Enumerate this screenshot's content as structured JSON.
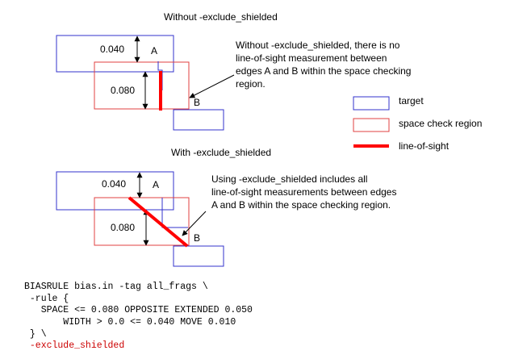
{
  "colors": {
    "target": "#3333cc",
    "space_check": "#e04040",
    "line_of_sight": "#ff0000",
    "text": "#000000",
    "option_text": "#cc0000"
  },
  "top_figure": {
    "title": "Without -exclude_shielded",
    "dim_a": "0.040",
    "dim_b": "0.080",
    "edge_a": "A",
    "edge_b": "B",
    "note_lines": [
      "Without -exclude_shielded, there is no",
      "line-of-sight measurement between",
      "edges A and B within the space checking",
      "region."
    ]
  },
  "bottom_figure": {
    "title": "With -exclude_shielded",
    "dim_a": "0.040",
    "dim_b": "0.080",
    "edge_a": "A",
    "edge_b": "B",
    "note_lines": [
      "Using -exclude_shielded includes all",
      "line-of-sight measurements between edges",
      "A and B within the space checking region."
    ]
  },
  "legend": [
    {
      "label": "target",
      "kind": "box",
      "color": "#3333cc"
    },
    {
      "label": "space check region",
      "kind": "box",
      "color": "#e04040"
    },
    {
      "label": "line-of-sight",
      "kind": "line",
      "color": "#ff0000"
    }
  ],
  "code": {
    "lines": [
      "BIASRULE bias.in -tag all_frags \\",
      " -rule {",
      "   SPACE <= 0.080 OPPOSITE EXTENDED 0.050",
      "       WIDTH > 0.0 <= 0.040 MOVE 0.010",
      " } \\"
    ],
    "option_line": " -exclude_shielded"
  }
}
